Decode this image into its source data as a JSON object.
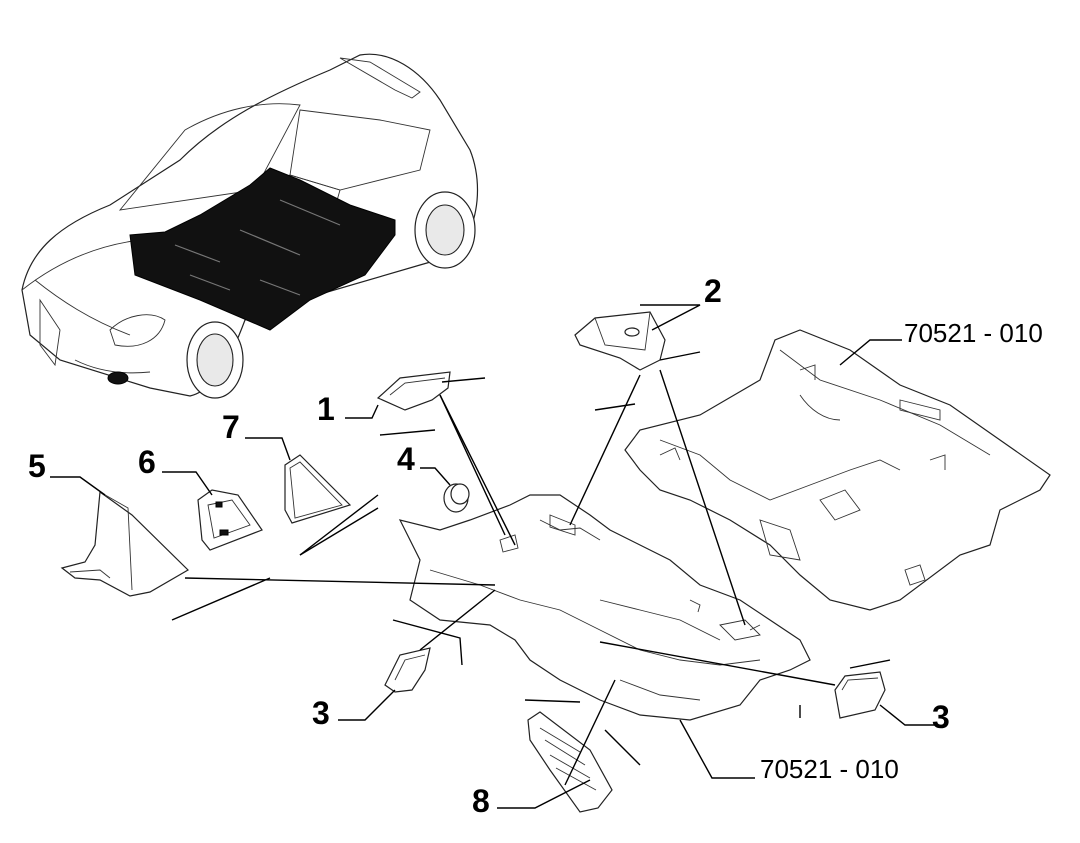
{
  "callouts": [
    {
      "id": "1",
      "label": "1"
    },
    {
      "id": "2",
      "label": "2"
    },
    {
      "id": "3a",
      "label": "3"
    },
    {
      "id": "3b",
      "label": "3"
    },
    {
      "id": "4",
      "label": "4"
    },
    {
      "id": "5",
      "label": "5"
    },
    {
      "id": "6",
      "label": "6"
    },
    {
      "id": "7",
      "label": "7"
    },
    {
      "id": "8",
      "label": "8"
    }
  ],
  "part_codes": [
    {
      "id": "top",
      "label": "70521 - 010"
    },
    {
      "id": "bottom",
      "label": "70521 - 010"
    }
  ]
}
